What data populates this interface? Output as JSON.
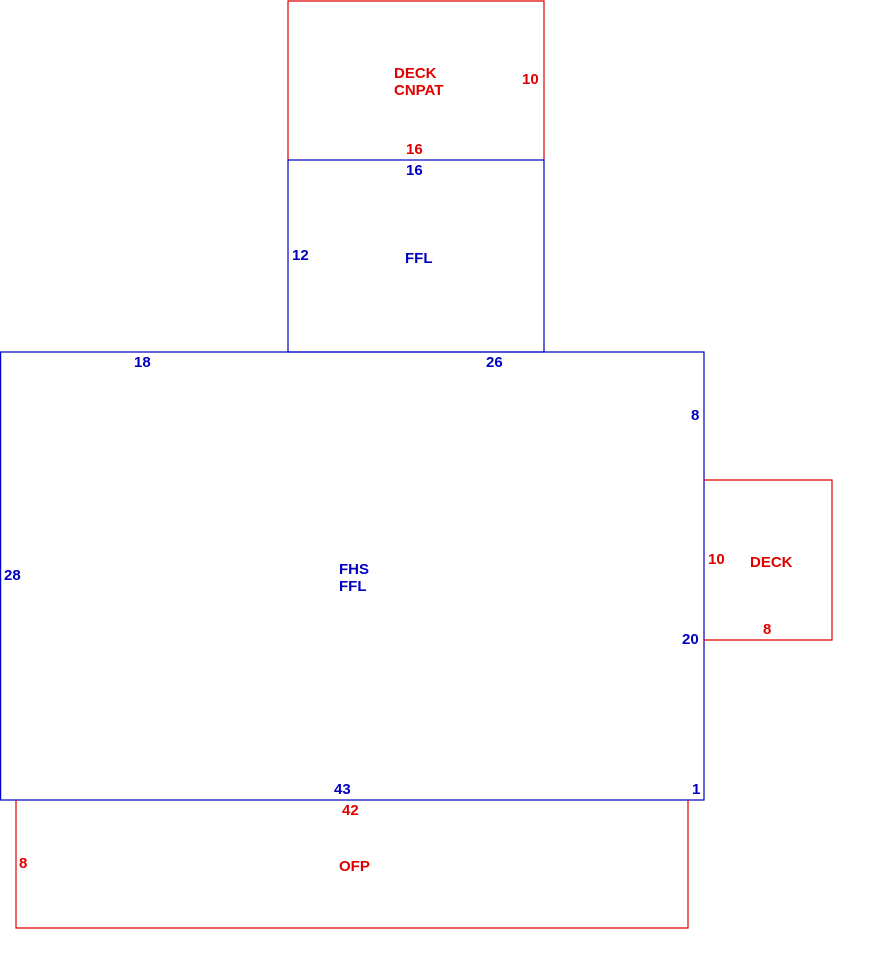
{
  "colors": {
    "main": "#0000C0",
    "accessory": "#E00000"
  },
  "areas": {
    "deck_top": {
      "line1": "DECK",
      "line2": "CNPAT",
      "dim_side": "10",
      "dim_bottom": "16"
    },
    "ffl_upper": {
      "label": "FFL",
      "dim_top": "16",
      "dim_side": "12"
    },
    "main": {
      "line1": "FHS",
      "line2": "FFL",
      "dim_top_left": "18",
      "dim_top_right": "26",
      "dim_right_upper": "8",
      "dim_left": "28",
      "dim_right_lower": "20",
      "dim_bottom": "43",
      "dim_corner": "1"
    },
    "deck_right": {
      "label": "DECK",
      "dim_side": "10",
      "dim_bottom": "8"
    },
    "ofp": {
      "label": "OFP",
      "dim_top": "42",
      "dim_side": "8"
    }
  }
}
